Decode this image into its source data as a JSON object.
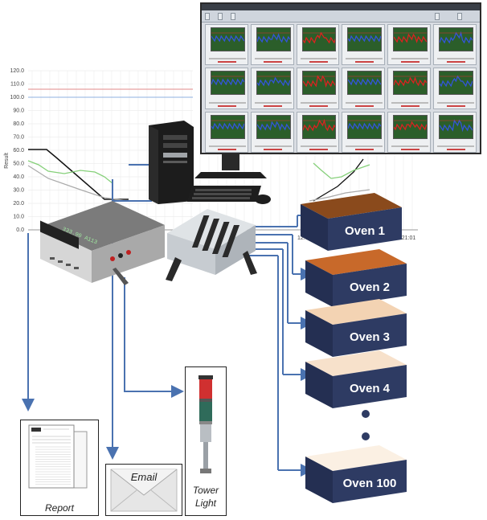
{
  "background_chart": {
    "ylabel": "Result",
    "yticks": [
      "120.0",
      "110.0",
      "100.0",
      "90.0",
      "80.0",
      "70.0",
      "60.0",
      "50.0",
      "40.0",
      "30.0",
      "20.0",
      "10.0",
      "0.0"
    ],
    "xticks": [
      "12:00:00",
      "16:21:01"
    ]
  },
  "ovens": [
    {
      "label": "Oven 1",
      "top_color": "#8a4a1c",
      "side_color": "#2e3b63"
    },
    {
      "label": "Oven 2",
      "top_color": "#c8692a",
      "side_color": "#2e3b63"
    },
    {
      "label": "Oven 3",
      "top_color": "#f3d3b3",
      "side_color": "#2e3b63"
    },
    {
      "label": "Oven 4",
      "top_color": "#f7e1cb",
      "side_color": "#2e3b63"
    },
    {
      "label": "Oven 100",
      "top_color": "#fbf0e3",
      "side_color": "#2e3b63"
    }
  ],
  "outputs": {
    "report": "Report",
    "email": "Email",
    "tower_light": [
      "Tower",
      "Light"
    ]
  },
  "multimeter": {
    "display": "333.90 A113"
  },
  "colors": {
    "connector": "#4a72b0",
    "oven_side": "#2e3b63"
  }
}
